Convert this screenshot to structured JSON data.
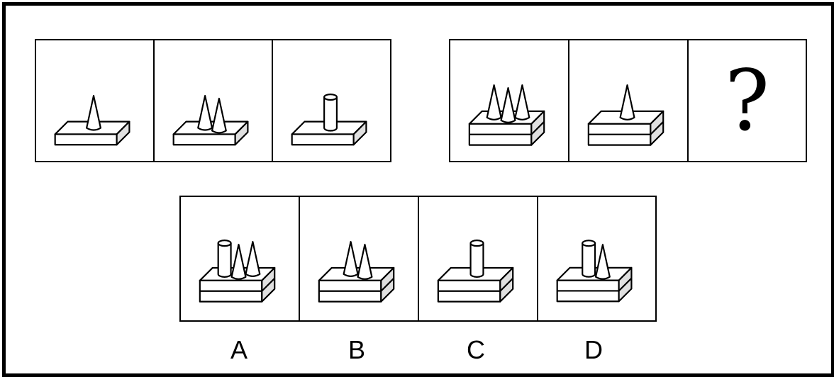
{
  "puzzle": {
    "question_mark": "?",
    "options": [
      "A",
      "B",
      "C",
      "D"
    ]
  },
  "figures": {
    "group1": [
      {
        "tiers": 1,
        "items": [
          "cone"
        ]
      },
      {
        "tiers": 1,
        "items": [
          "cone",
          "cone"
        ]
      },
      {
        "tiers": 1,
        "items": [
          "cylinder"
        ]
      }
    ],
    "group2": [
      {
        "tiers": 2,
        "items": [
          "cone",
          "cone",
          "cone"
        ]
      },
      {
        "tiers": 2,
        "items": [
          "cone"
        ]
      },
      null
    ],
    "answers": [
      {
        "tiers": 2,
        "items": [
          "cylinder",
          "cone",
          "cone"
        ]
      },
      {
        "tiers": 2,
        "items": [
          "cone",
          "cone"
        ]
      },
      {
        "tiers": 2,
        "items": [
          "cylinder"
        ]
      },
      {
        "tiers": 2,
        "items": [
          "cylinder",
          "cone"
        ]
      }
    ]
  },
  "colors": {
    "stroke": "#000000",
    "fill": "#ffffff",
    "shade": "#e0e0e0"
  }
}
